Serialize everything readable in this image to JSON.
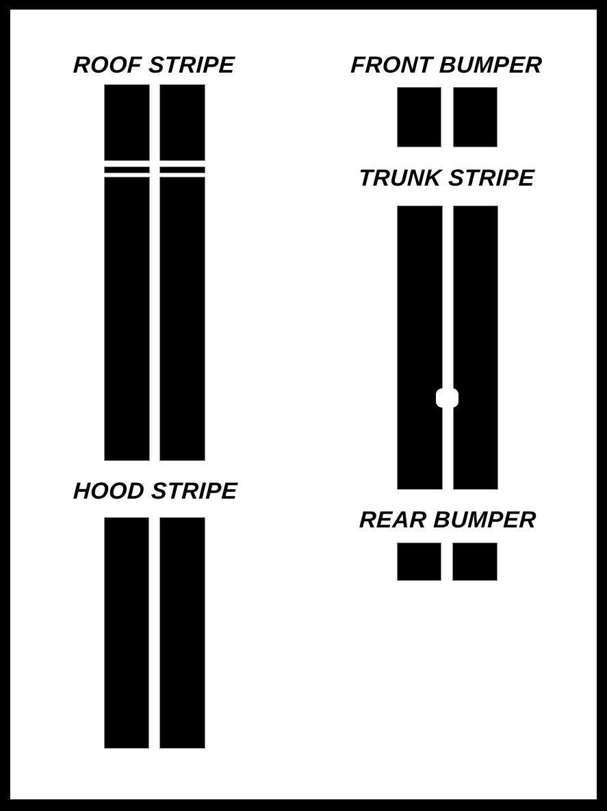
{
  "colors": {
    "ink": "#000000",
    "bg": "#ffffff",
    "edge": "#8c8c8c"
  },
  "sections": {
    "roof_stripe": {
      "label": "ROOF STRIPE"
    },
    "front_bumper": {
      "label": "FRONT BUMPER"
    },
    "trunk_stripe": {
      "label": "TRUNK STRIPE"
    },
    "hood_stripe": {
      "label": "HOOD STRIPE"
    },
    "rear_bumper": {
      "label": "REAR BUMPER"
    }
  }
}
